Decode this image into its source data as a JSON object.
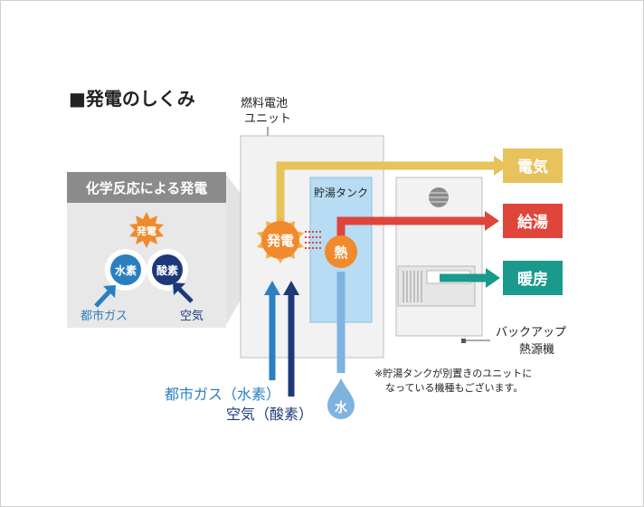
{
  "title": "■発電のしくみ",
  "unit_label": [
    "燃料電池",
    "ユニット"
  ],
  "inset": {
    "heading": "化学反応による発電",
    "spark": "発電",
    "hydrogen": "水素",
    "oxygen": "酸素",
    "gas": "都市ガス",
    "air": "空気"
  },
  "main": {
    "generation": "発電",
    "heat": "熱",
    "tank": "貯湯タンク",
    "water": "水",
    "input_gas": "都市ガス（水素）",
    "input_air": "空気（酸素）"
  },
  "outputs": {
    "electricity": "電気",
    "hot_water": "給湯",
    "heating": "暖房"
  },
  "backup_label": [
    "バックアップ",
    "熱源機"
  ],
  "note": [
    "※貯湯タンクが別置きのユニットに",
    "なっている機種もございます。"
  ],
  "colors": {
    "electricity": "#e8c25a",
    "hot_water": "#e0453b",
    "heating": "#1a9a8c",
    "gas": "#2a7fc0",
    "air": "#1c3a7a",
    "water": "#7eb3e0",
    "burst": "#f08a2c",
    "tank": "#b7dcf3"
  }
}
